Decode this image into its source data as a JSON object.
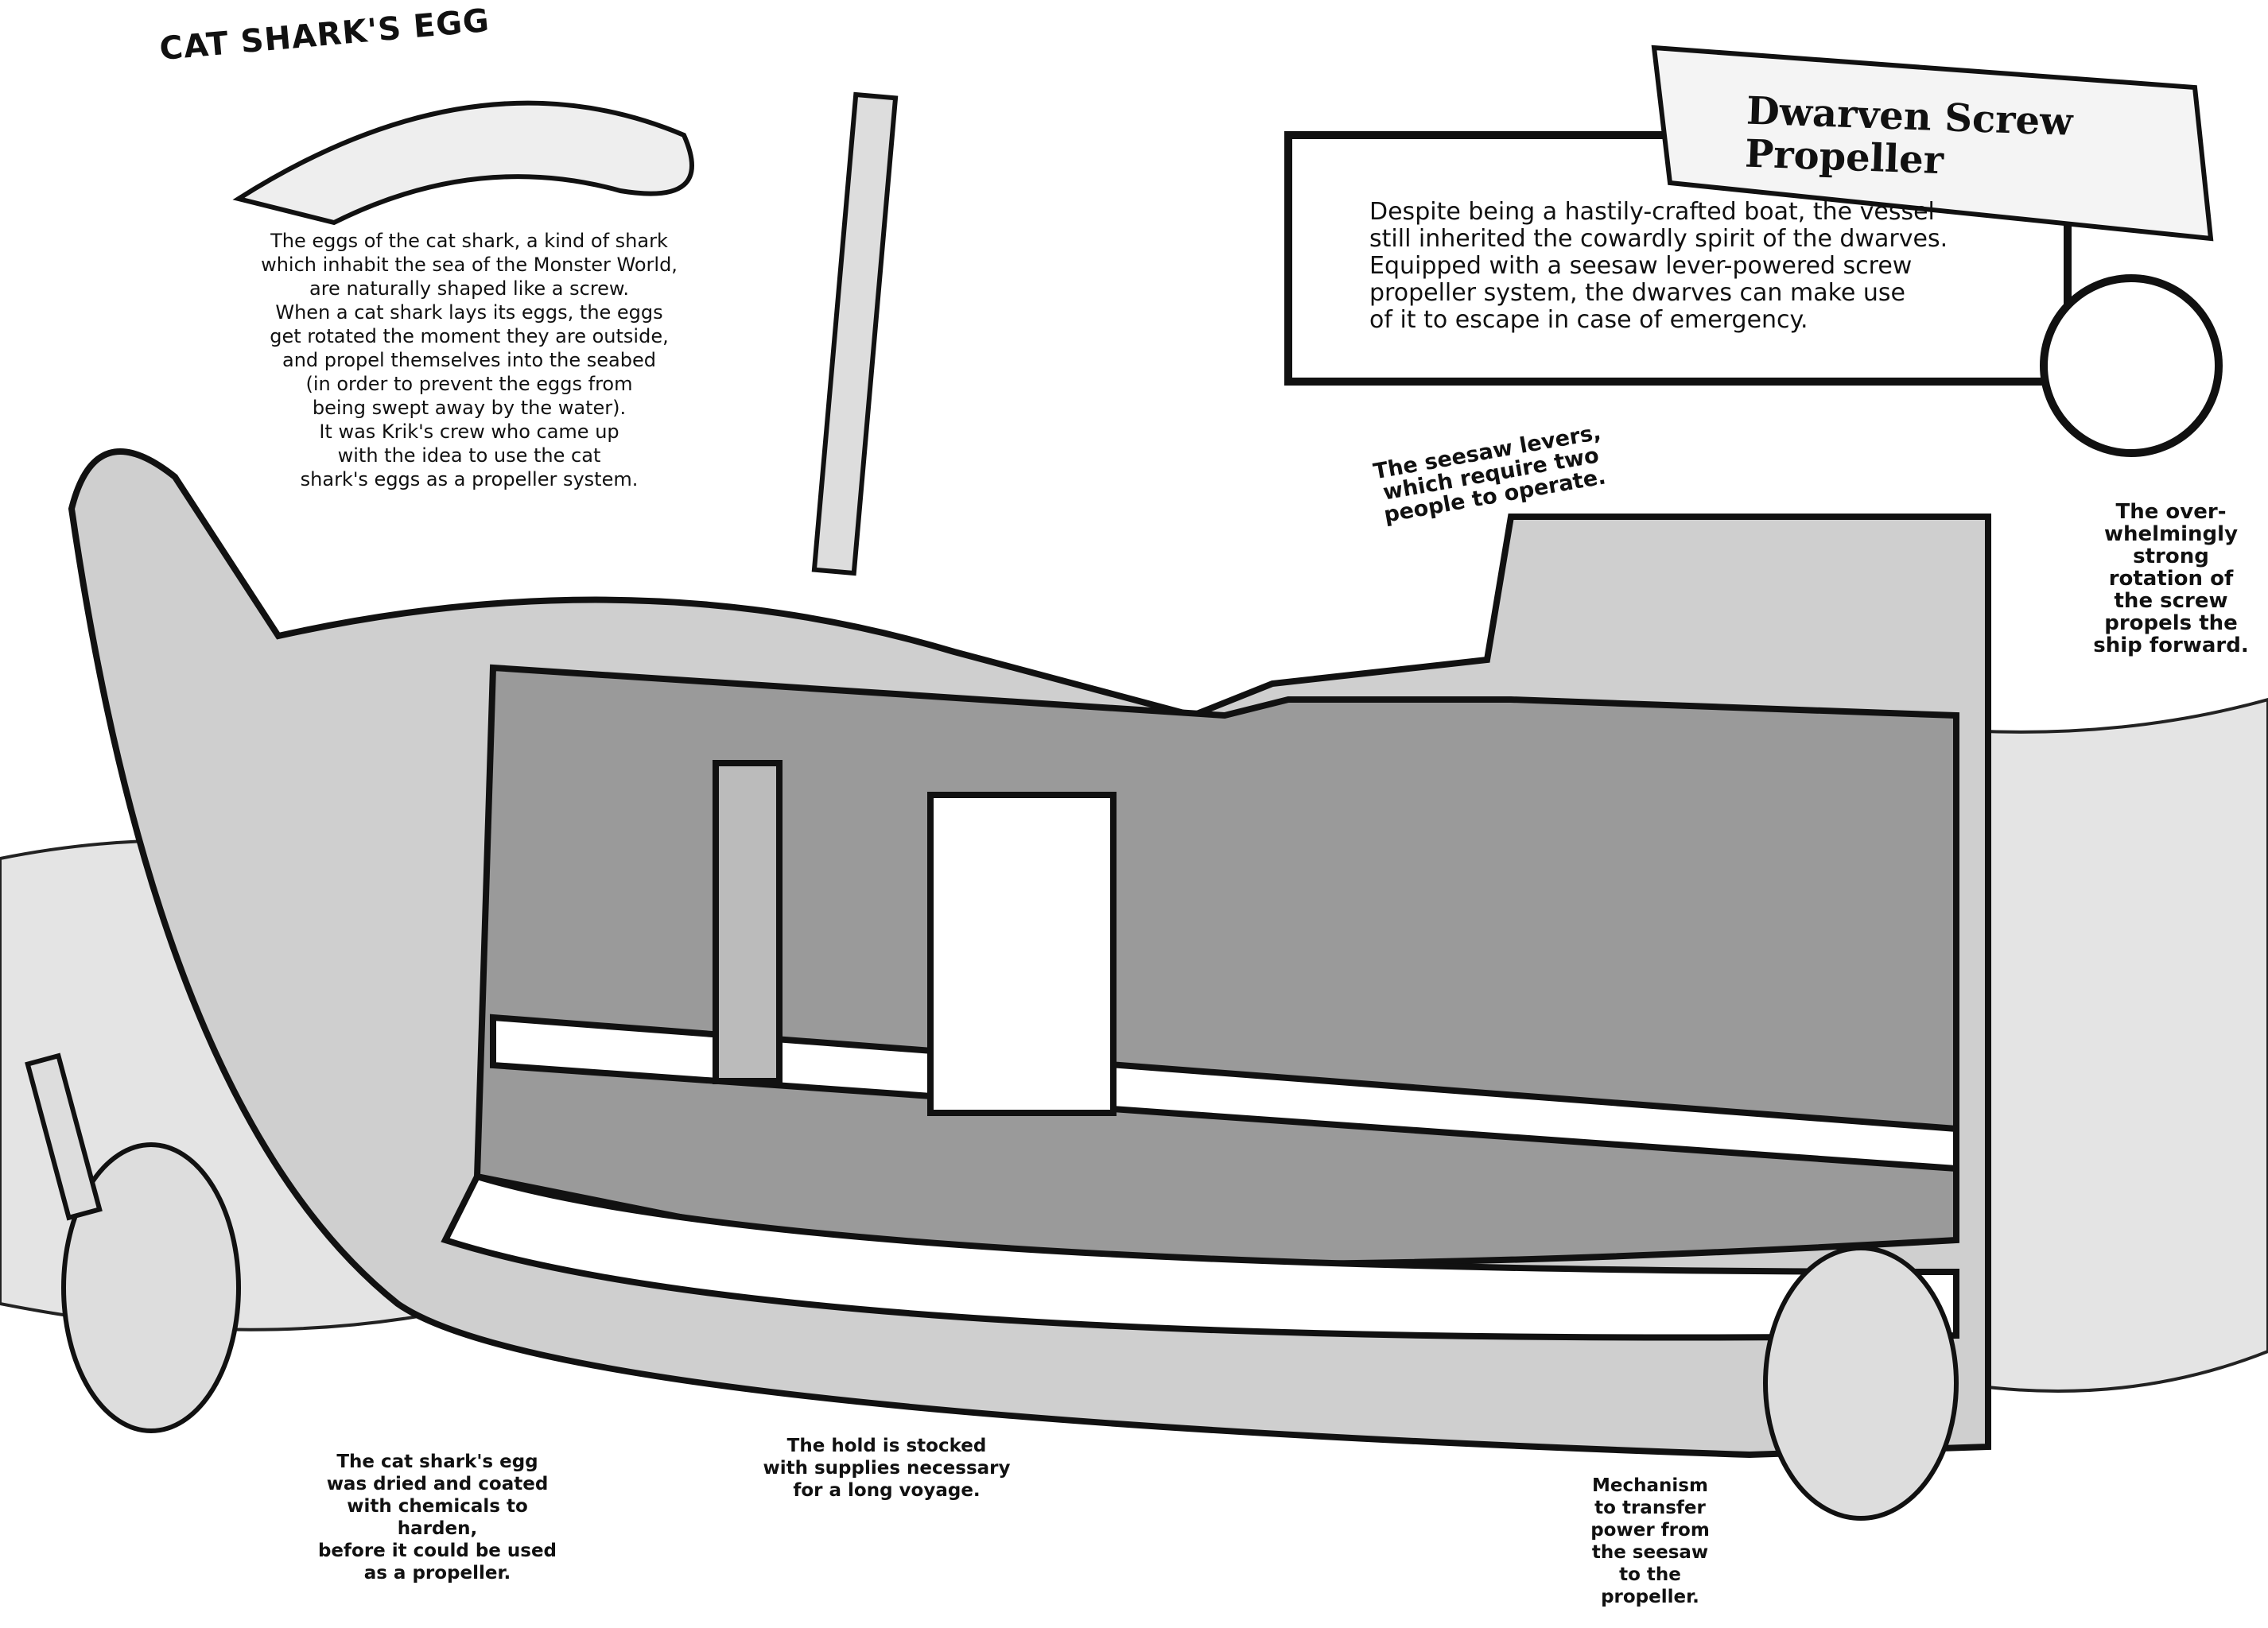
{
  "cat_shark_section": {
    "title": "CAT SHARK'S EGG",
    "description": "The eggs of the cat shark, a kind of shark\nwhich inhabit the sea of the Monster World,\nare naturally shaped like a screw.\nWhen a cat shark lays its eggs, the eggs\nget rotated the moment they are outside,\nand propel themselves into the seabed\n(in order to prevent the eggs from\nbeing swept away by the water).\nIt was Krik's crew who came up\nwith the idea to use the cat\nshark's eggs as a propeller system."
  },
  "propeller_section": {
    "title": "Dwarven Screw Propeller",
    "description": "Despite being a hastily-crafted boat, the vessel\nstill inherited the cowardly spirit of the dwarves.\nEquipped with a seesaw lever-powered screw\npropeller system, the dwarves can make use\nof it to escape in case of emergency."
  },
  "annotations": {
    "seesaw": "The seesaw levers,\nwhich require two\npeople to operate.",
    "rotation": "The over-\nwhelmingly\nstrong\nrotation of\nthe screw\npropels the\nship forward.",
    "egg_coating": "The cat shark's egg\nwas dried and coated\nwith chemicals to harden,\nbefore it could be used\nas a propeller.",
    "hold": "The hold is stocked\nwith supplies necessary\nfor a long voyage.",
    "mechanism": "Mechanism\nto transfer\npower from\nthe seesaw\nto the\npropeller."
  }
}
